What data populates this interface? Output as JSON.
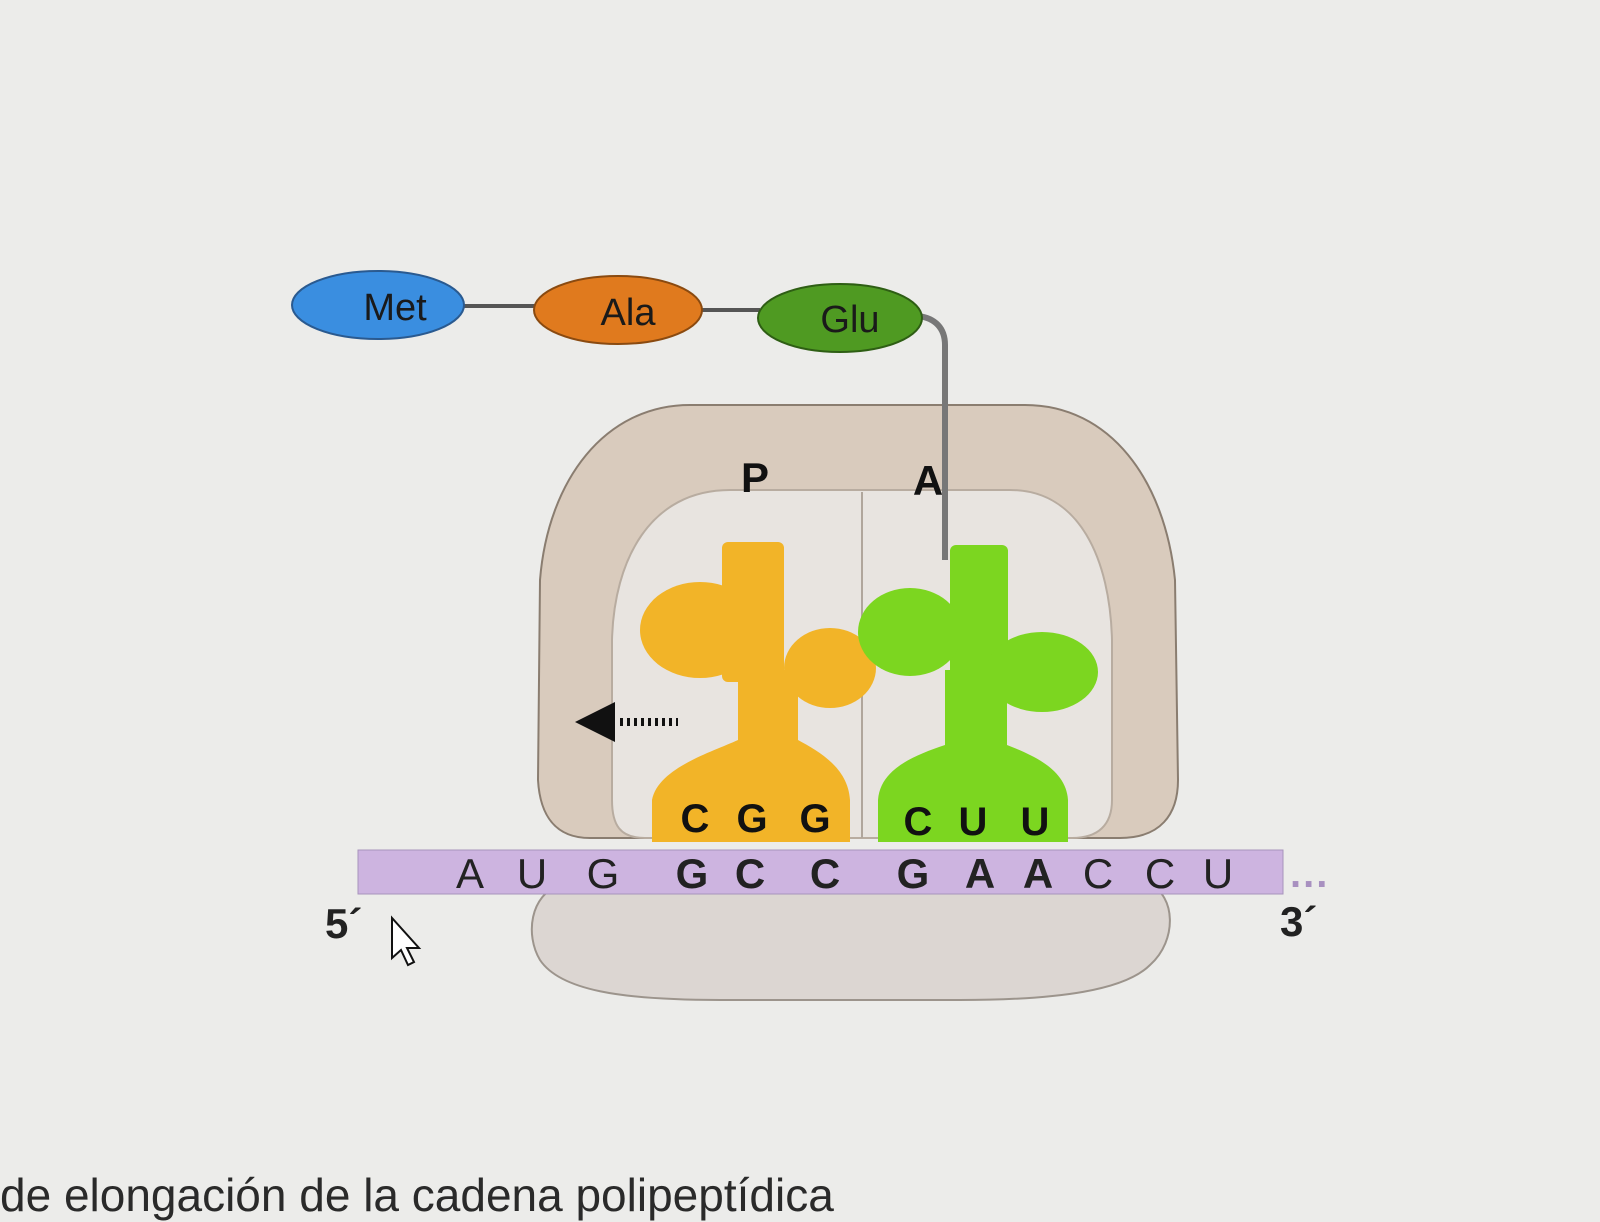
{
  "amino_acids": [
    {
      "label": "Met",
      "color": "#3a8ee0"
    },
    {
      "label": "Ala",
      "color": "#e07a1e"
    },
    {
      "label": "Glu",
      "color": "#4f9a22"
    }
  ],
  "sites": {
    "p_label": "P",
    "a_label": "A"
  },
  "trna_p": {
    "anticodon": [
      "C",
      "G",
      "G"
    ],
    "color": "#f2b428"
  },
  "trna_a": {
    "anticodon": [
      "C",
      "U",
      "U"
    ],
    "color": "#7cd620"
  },
  "mrna": {
    "bases": [
      "A",
      "U",
      "G",
      "G",
      "C",
      "C",
      "G",
      "A",
      "A",
      "C",
      "C",
      "U"
    ],
    "five_prime_label": "5´",
    "three_prime_label": "3´",
    "ellipsis": "...",
    "color": "#cdb4e0"
  },
  "ribosome": {
    "large_color": "#d9cbbd",
    "small_color": "#dcd6d2"
  },
  "caption": "de elongación de la cadena polipeptídica",
  "cursor": "pointer-icon"
}
